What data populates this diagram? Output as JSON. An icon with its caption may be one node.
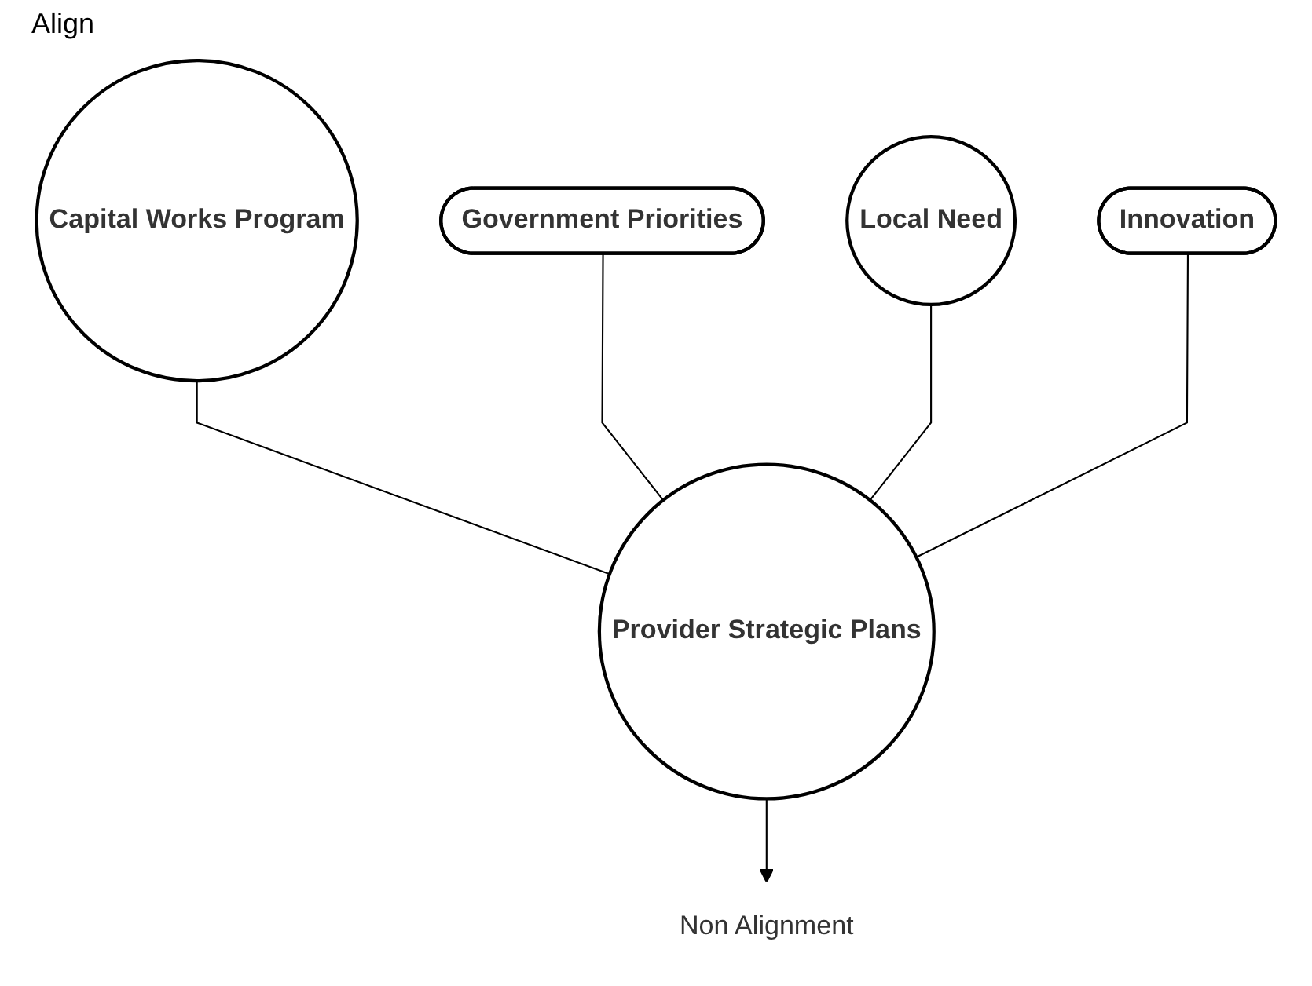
{
  "diagram": {
    "nodes": [
      {
        "text": [
          "Capital Works Program"
        ]
      },
      {
        "text": [
          "Government Priorities"
        ]
      },
      {
        "text": [
          "Provider Strategic Plans"
        ]
      },
      {
        "text": [
          "Local Need"
        ]
      },
      {
        "text": [
          "Innovation"
        ]
      },
      {
        "text": [
          "Non Alignment"
        ]
      }
    ],
    "edges": [
      {
        "from": 0,
        "to": 2,
        "arrow": "none"
      },
      {
        "from": 1,
        "to": 2,
        "arrow": "none"
      },
      {
        "from": 3,
        "to": 2,
        "arrow": "none"
      },
      {
        "from": 4,
        "to": 2,
        "arrow": "none"
      },
      {
        "from": 2,
        "to": 5,
        "arrow": "to"
      }
    ],
    "labels": [
      "Align"
    ]
  }
}
